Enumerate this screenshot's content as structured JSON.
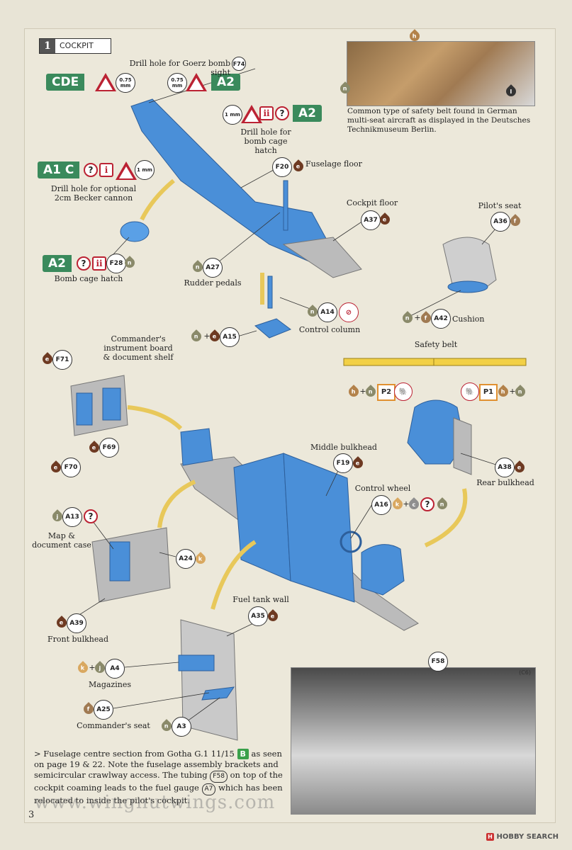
{
  "section": {
    "number": "1",
    "title": "COCKPIT"
  },
  "page_number": "3",
  "callouts": {
    "goerz": "Drill hole for Goerz bomb sight",
    "goerz_ref": "F74",
    "bomb_cage": "Drill hole for bomb cage hatch",
    "becker": "Drill hole for optional 2cm Becker cannon",
    "fuselage_floor": "Fuselage floor",
    "cockpit_floor": "Cockpit floor",
    "pilots_seat": "Pilot's seat",
    "rudder_pedals": "Rudder pedals",
    "control_column": "Control column",
    "cushion": "Cushion",
    "bomb_cage_hatch": "Bomb cage hatch",
    "safety_belt": "Safety belt",
    "commanders_board": "Commander's instrument board & document shelf",
    "middle_bulkhead": "Middle bulkhead",
    "control_wheel": "Control wheel",
    "rear_bulkhead": "Rear bulkhead",
    "map_case": "Map & document case",
    "front_bulkhead": "Front bulkhead",
    "fuel_tank_wall": "Fuel tank wall",
    "magazines": "Magazines",
    "commanders_seat": "Commander's seat"
  },
  "tags": {
    "cde": "CDE",
    "a2": "A2",
    "a1c": "A1 C",
    "mm075": "0.75 mm",
    "mm1": "1 mm",
    "q": "?",
    "i": "i",
    "ii": "ii"
  },
  "parts": {
    "F20": "F20",
    "A37": "A37",
    "A36": "A36",
    "A27": "A27",
    "A14": "A14",
    "A15": "A15",
    "A42": "A42",
    "F28": "F28",
    "F71": "F71",
    "F69": "F69",
    "F70": "F70",
    "F19": "F19",
    "A16": "A16",
    "A38": "A38",
    "A13": "A13",
    "A24": "A24",
    "A39": "A39",
    "A35": "A35",
    "A4": "A4",
    "A25": "A25",
    "A3": "A3",
    "F58": "F58",
    "P1": "P1",
    "P2": "P2"
  },
  "paints": {
    "e": "e",
    "f": "f",
    "n": "n",
    "h": "h",
    "k": "k",
    "c": "c",
    "j": "j",
    "l": "l"
  },
  "photo_caption": "Common type of safety belt found in German multi-seat aircraft as displayed in the Deutsches Technikmuseum Berlin.",
  "note": {
    "p1": "> Fuselage centre section from Gotha G.1 11/15",
    "tag": "B",
    "p2": "as seen on page 19 & 22. Note the fuselage assembly brackets and semicircular crawlway access. The tubing",
    "ref1": "F58",
    "p3": "on top of the cockpit coaming leads to the fuel gauge",
    "ref2": "A7",
    "p4": "which has been relocated to inside the pilot's cockpit."
  },
  "watermark": "www.wingnutwings.com",
  "credit": "HOBBY SEARCH",
  "photo_small_label": "(C6)",
  "colors": {
    "blue": "#4a8fd8",
    "grey": "#b9b9b9",
    "green_tag": "#3a8a5c",
    "red": "#b22233",
    "yellow": "#f2d046",
    "arrow": "#e8c85a"
  }
}
